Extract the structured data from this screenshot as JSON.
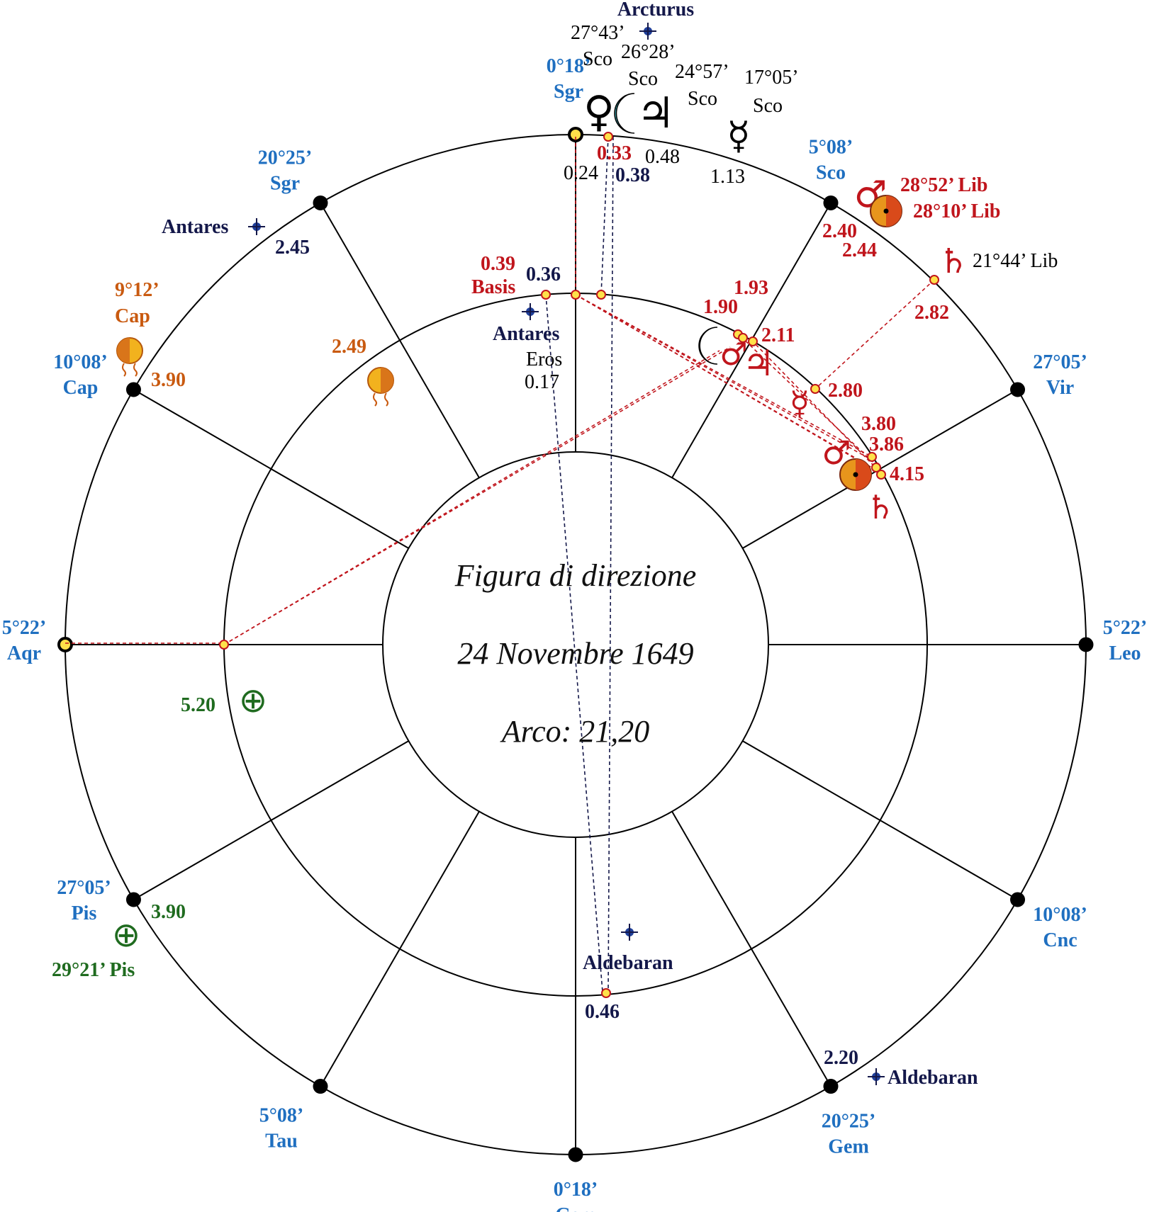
{
  "colors": {
    "cusp": "#1f6fc0",
    "star": "#14184a",
    "red": "#c0151c",
    "orange": "#c95a10",
    "green": "#1f6b1f",
    "line": "#000000",
    "dot_fill": "#ffe14a",
    "dot_stroke": "#c0151c"
  },
  "center": {
    "line1": "Figura di direzione",
    "line2": "24 Novembre 1649",
    "line3": "Arco: 21,20"
  },
  "cusps": [
    {
      "deg": "0°18’",
      "sign": "Sgr"
    },
    {
      "deg": "5°08’",
      "sign": "Sco"
    },
    {
      "deg": "27°05’",
      "sign": "Vir"
    },
    {
      "deg": "5°22’",
      "sign": "Leo"
    },
    {
      "deg": "10°08’",
      "sign": "Cnc"
    },
    {
      "deg": "20°25’",
      "sign": "Gem"
    },
    {
      "deg": "0°18’",
      "sign": "Gem"
    },
    {
      "deg": "5°08’",
      "sign": "Tau"
    },
    {
      "deg": "27°05’",
      "sign": "Pis"
    },
    {
      "deg": "5°22’",
      "sign": "Aqr"
    },
    {
      "deg": "10°08’",
      "sign": "Cap"
    },
    {
      "deg": "20°25’",
      "sign": "Sgr"
    }
  ],
  "top": {
    "arcturus": "Arcturus",
    "arcturus_pos": "27°43’",
    "sco1": "Sco",
    "moon_pos": "26°28’",
    "sco2": "Sco",
    "jupiter_pos": "24°57’",
    "sco3": "Sco",
    "mercury_pos": "17°05’",
    "sco4": "Sco",
    "v033": "0.33",
    "v048": "0.48",
    "v024": "0.24",
    "v038": "0.38",
    "v113": "1.13"
  },
  "upper_right": {
    "mars_pos": "28°52’ Lib",
    "sun_pos": "28°10’ Lib",
    "saturn_pos": "21°44’  Lib",
    "v240": "2.40",
    "v244": "2.44",
    "v282": "2.82"
  },
  "upper_left": {
    "antares": "Antares",
    "v245": "2.45",
    "node_pos": "9°12’",
    "node_sign": "Cap",
    "v390": "3.90",
    "v249": "2.49"
  },
  "inner": {
    "v039": "0.39",
    "basis": "Basis",
    "v036": "0.36",
    "antares": "Antares",
    "eros": "Eros",
    "v017": "0.17",
    "v193": "1.93",
    "v190": "1.90",
    "v211": "2.11",
    "v280": "2.80",
    "v380": "3.80",
    "v386": "3.86",
    "v415": "4.15"
  },
  "lower_left": {
    "v520": "5.20",
    "v390": "3.90",
    "fortune_pos": "29°21’ Pis"
  },
  "lower": {
    "aldebaran_inner": "Aldebaran",
    "v046": "0.46",
    "v220": "2.20",
    "aldebaran_outer": "Aldebaran"
  },
  "glyphs": {
    "venus": "♀",
    "moon": "☾",
    "jupiter": "♃",
    "mercury": "☿",
    "mars": "♂",
    "saturn": "♄",
    "fortune": "⊕",
    "star_icon": "star-icon",
    "sun_icon": "sun-icon",
    "node_icon": "south-node-icon"
  }
}
